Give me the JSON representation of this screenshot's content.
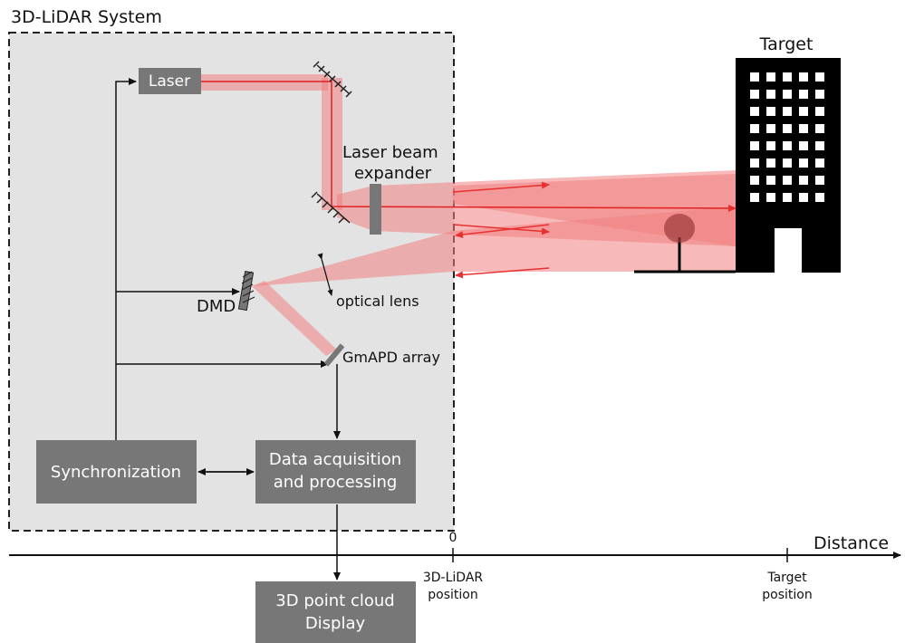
{
  "system": {
    "title": "3D-LiDAR System",
    "laser": "Laser",
    "beam_expander_line1": "Laser beam",
    "beam_expander_line2": "expander",
    "dmd": "DMD",
    "optical_lens": "optical lens",
    "gmapd": "GmAPD array",
    "synchronization": "Synchronization",
    "daq_line1": "Data acquisition",
    "daq_line2": "and processing",
    "display_line1": "3D point cloud",
    "display_line2": "Display"
  },
  "target": {
    "label": "Target"
  },
  "axis": {
    "label": "Distance",
    "origin_tick": "0",
    "lidar_pos_line1": "3D-LiDAR",
    "lidar_pos_line2": "position",
    "target_pos_line1": "Target",
    "target_pos_line2": "position"
  },
  "colors": {
    "panel_bg": "#e3e3e3",
    "box": "#777777",
    "beam": "#f4a0a0",
    "beam_line": "#e02020",
    "building": "#000000"
  }
}
